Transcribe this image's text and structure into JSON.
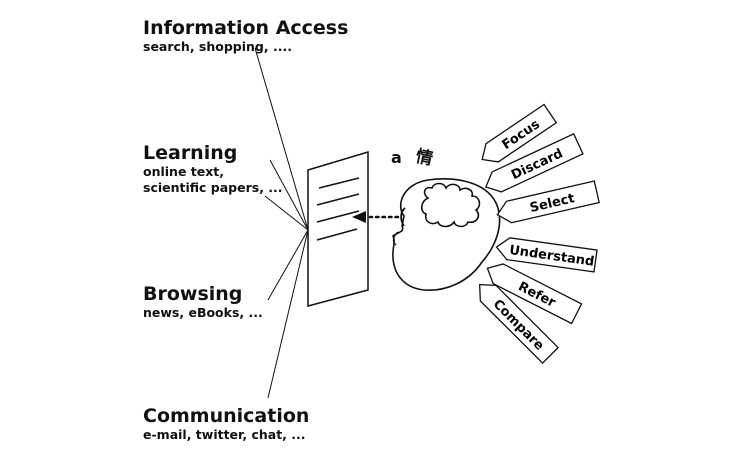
{
  "categories": [
    {
      "title": "Information Access",
      "lines": [
        "search, shopping, ...."
      ]
    },
    {
      "title": "Learning",
      "lines": [
        "online text,",
        "scientific papers, ..."
      ]
    },
    {
      "title": "Browsing",
      "lines": [
        "news, eBooks,  ..."
      ]
    },
    {
      "title": "Communication",
      "lines": [
        "e-mail, twitter, chat, ..."
      ]
    }
  ],
  "speech_glyphs": [
    "a",
    "情"
  ],
  "actions": [
    "Focus",
    "Discard",
    "Select",
    "Understand",
    "Refer",
    "Compare"
  ]
}
